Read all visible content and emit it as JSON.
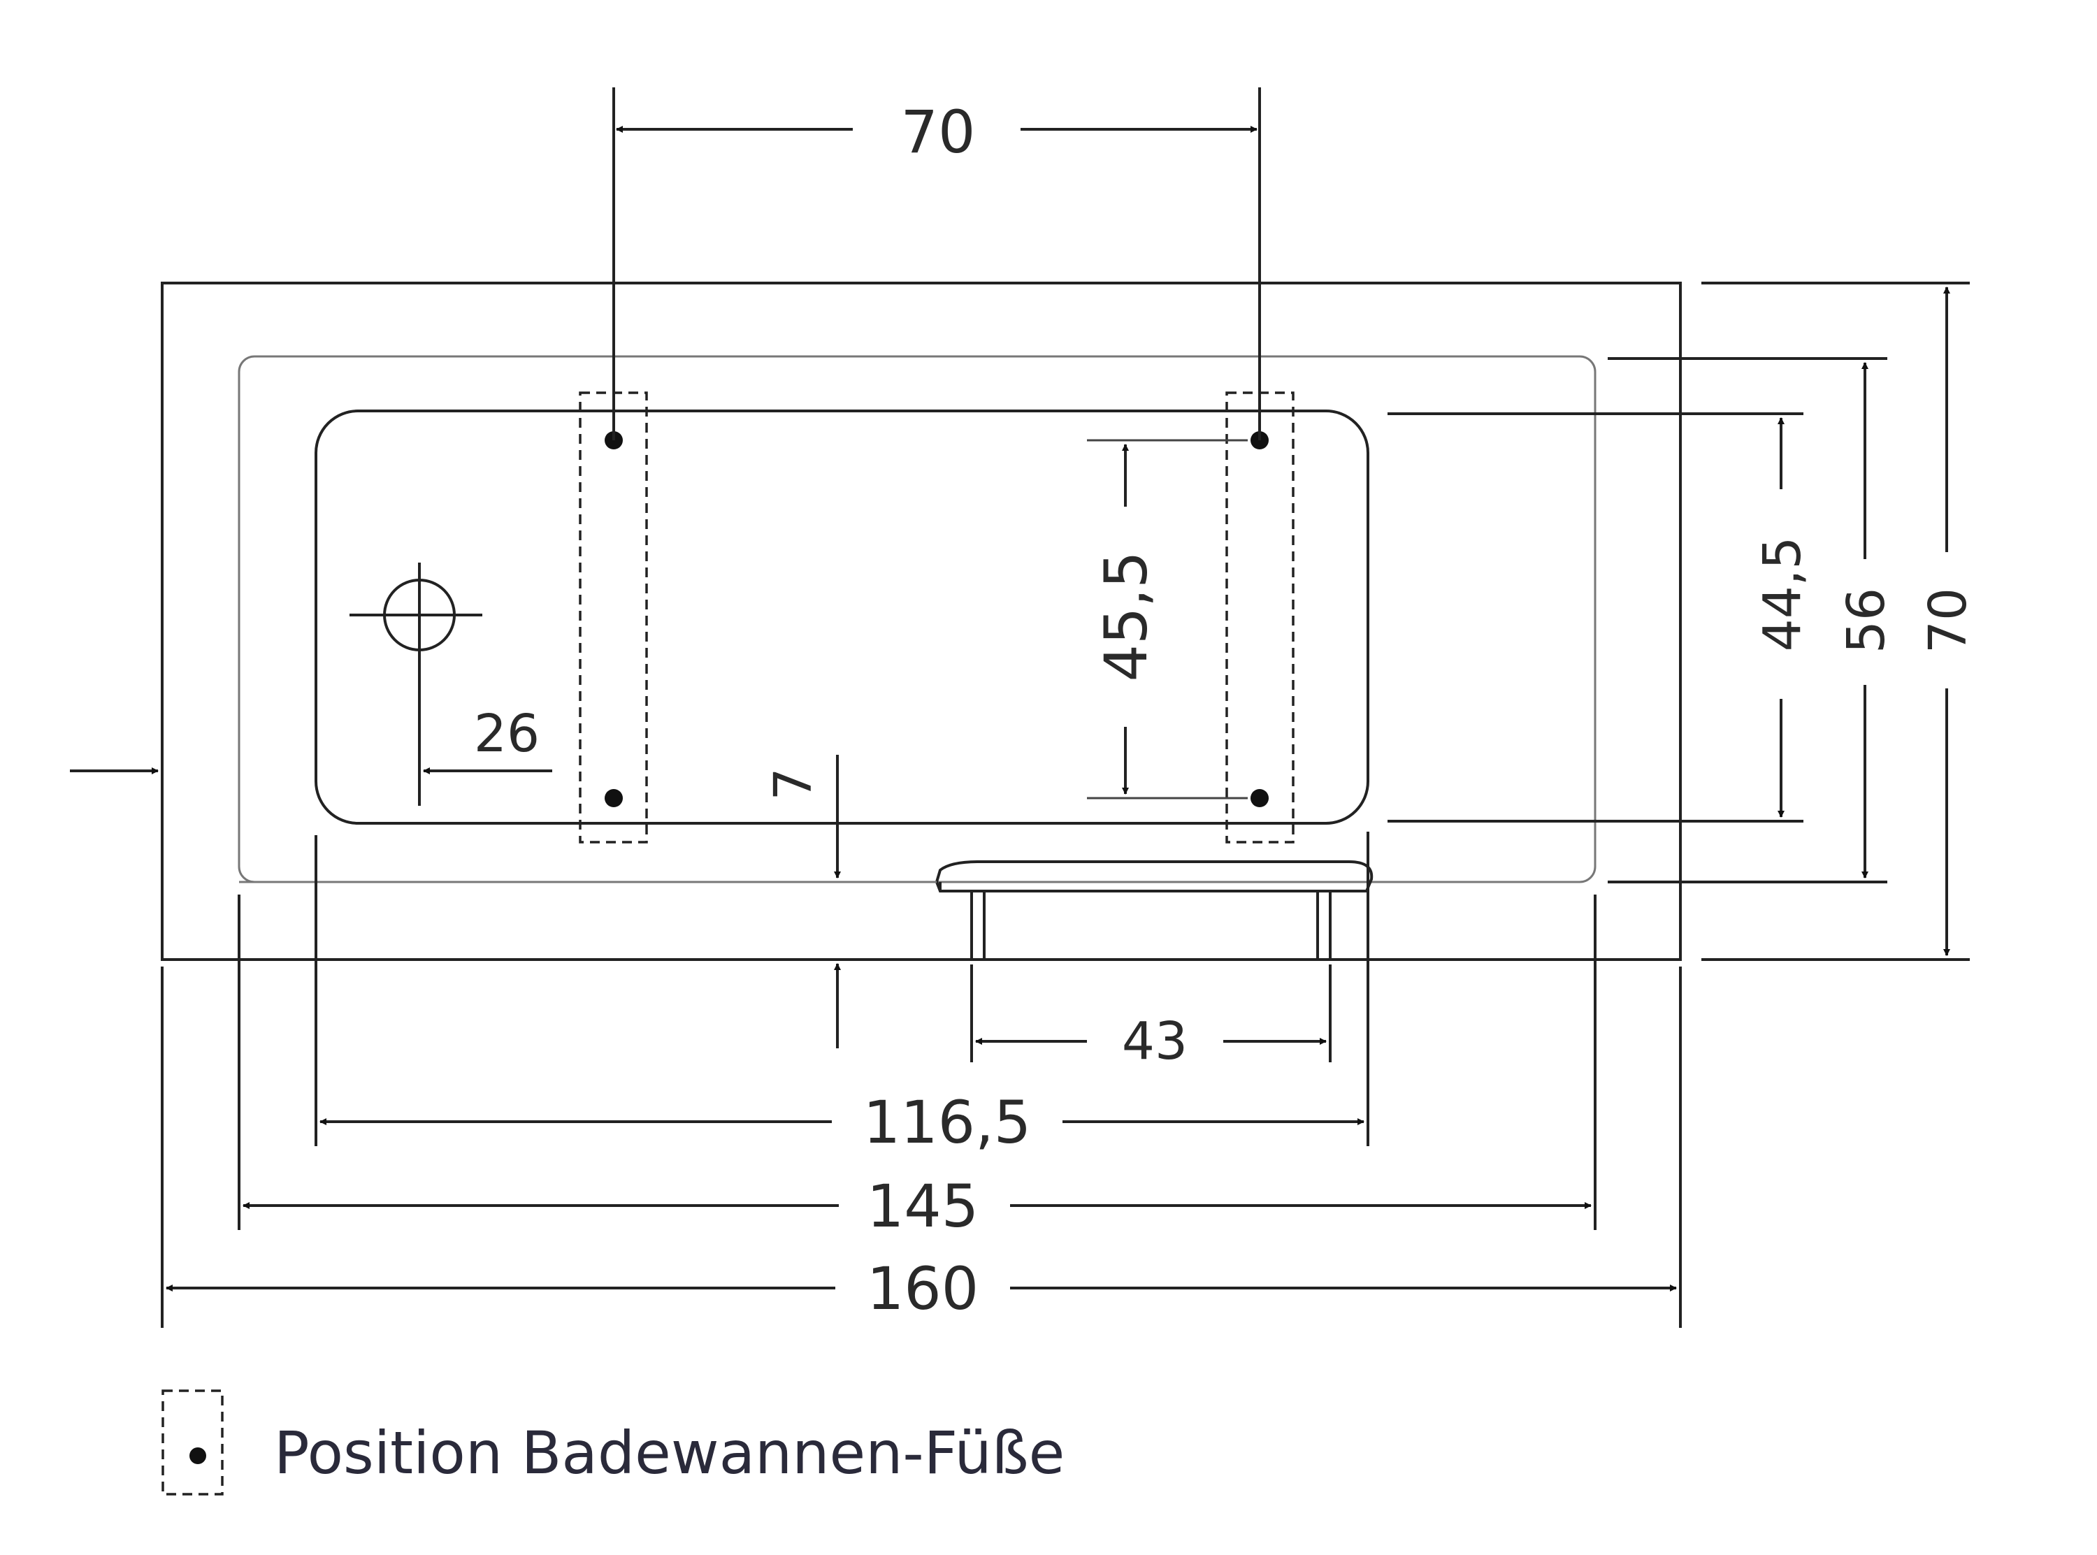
{
  "dimensions": {
    "top_feet_spacing": "70",
    "feet_vertical": "45,5",
    "drain_offset": "26",
    "rim_to_ledge": "7",
    "inner_height": "44,5",
    "mid_height": "56",
    "outer_height": "70",
    "seat_width": "43",
    "inner_length": "116,5",
    "mid_length": "145",
    "outer_length": "160"
  },
  "legend": {
    "label": "Position Badewannen-Füße"
  }
}
